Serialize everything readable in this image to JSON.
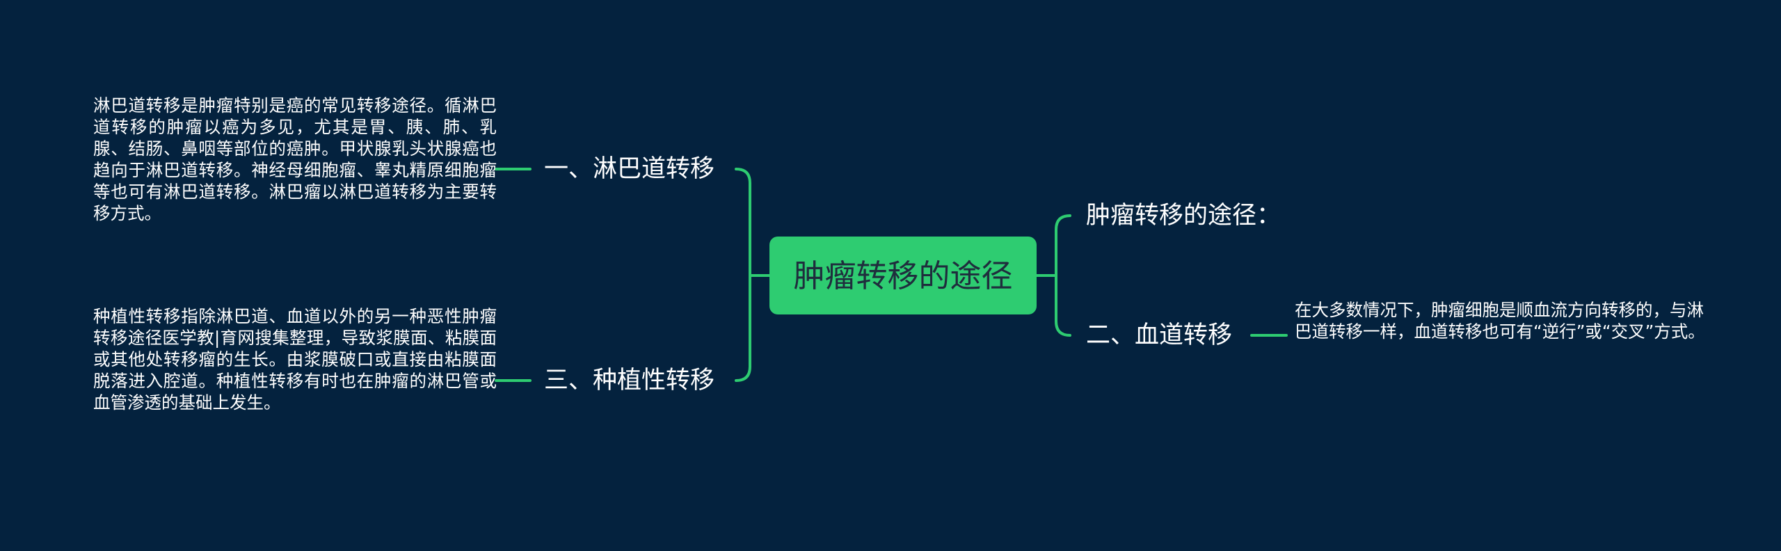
{
  "mindmap": {
    "central": "肿瘤转移的途径",
    "left": [
      {
        "label": "一、淋巴道转移",
        "detail": "淋巴道转移是肿瘤特别是癌的常见转移途径。循淋巴道转移的肿瘤以癌为多见，尤其是胃、胰、肺、乳腺、结肠、鼻咽等部位的癌肿。甲状腺乳头状腺癌也趋向于淋巴道转移。神经母细胞瘤、睾丸精原细胞瘤等也可有淋巴道转移。淋巴瘤以淋巴道转移为主要转移方式。"
      },
      {
        "label": "三、种植性转移",
        "detail": "种植性转移指除淋巴道、血道以外的另一种恶性肿瘤转移途径医学教|育网搜集整理，导致浆膜面、粘膜面或其他处转移瘤的生长。由浆膜破口或直接由粘膜面脱落进入腔道。种植性转移有时也在肿瘤的淋巴管或血管渗透的基础上发生。"
      }
    ],
    "right": [
      {
        "label": "肿瘤转移的途径："
      },
      {
        "label": "二、血道转移",
        "detail": "在大多数情况下，肿瘤细胞是顺血流方向转移的，与淋巴道转移一样，血道转移也可有“逆行”或“交叉”方式。"
      }
    ]
  },
  "colors": {
    "background": "#04223E",
    "central_fill": "#2ECC71",
    "central_text": "#1F2D3D",
    "connector": "#2ECC71",
    "text": "#FFFFFF"
  }
}
